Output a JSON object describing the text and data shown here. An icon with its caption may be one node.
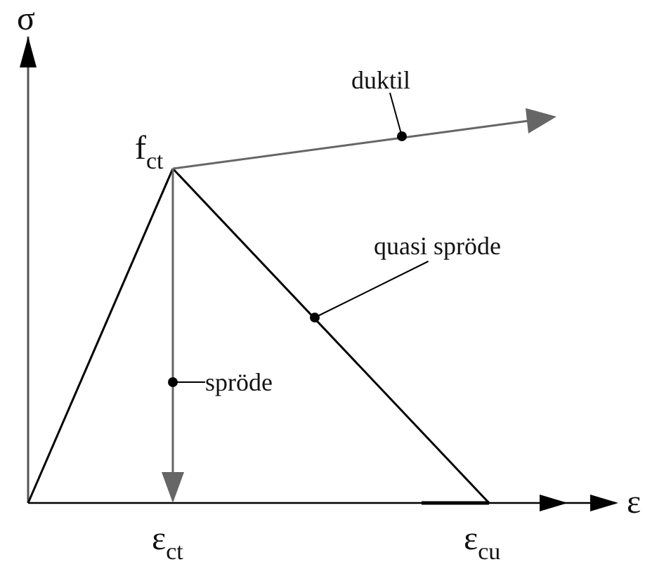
{
  "diagram": {
    "nodes": [
      {
        "text": [
          "duktil"
        ]
      },
      {
        "text": [
          "quasi spröde"
        ]
      },
      {
        "text": [
          "spröde"
        ]
      }
    ],
    "edges": [
      {
        "from": 0,
        "to": null,
        "arrow": "other"
      },
      {
        "from": 1,
        "to": null,
        "arrow": "other"
      },
      {
        "from": 2,
        "to": null,
        "arrow": "other"
      }
    ],
    "labels": [
      "σ",
      "f$_{ct}$",
      "ε",
      "ε$_{ct}$",
      "ε$_{cu}$"
    ]
  }
}
